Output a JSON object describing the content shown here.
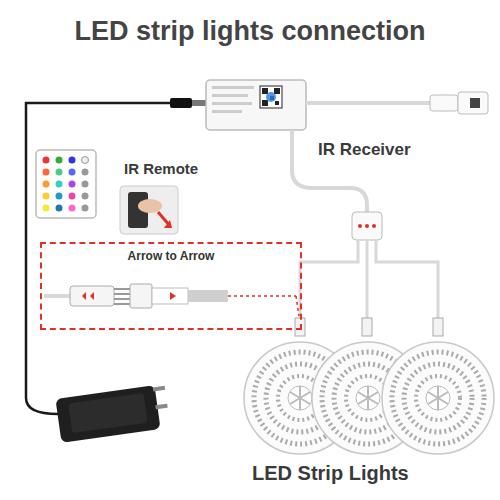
{
  "diagram": {
    "title": "LED strip lights connection",
    "nodes": [
      {
        "text": [
          "Arrow to Arrow"
        ]
      }
    ],
    "labels": [
      "IR Receiver",
      "IR Remote",
      "LED Strip Lights"
    ]
  }
}
